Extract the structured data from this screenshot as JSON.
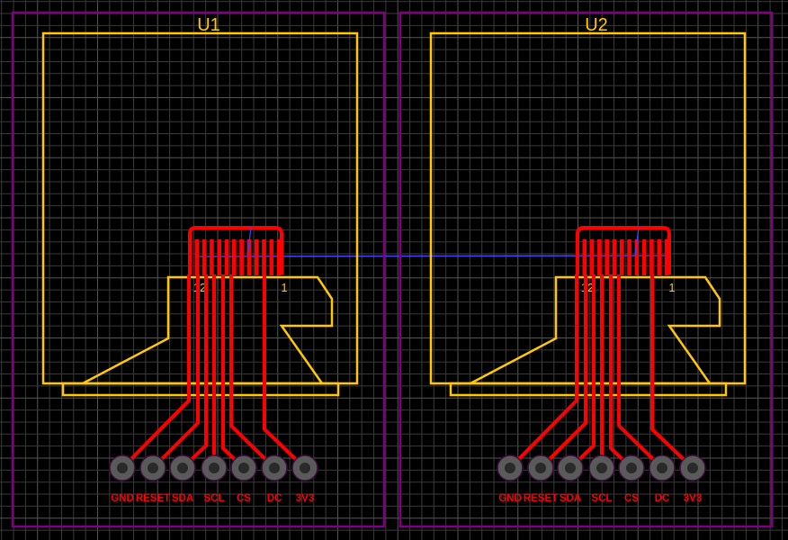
{
  "board": {
    "background": "#000000",
    "grid_color": "#3a3a3a",
    "colors": {
      "component_outline": "#800080",
      "silkscreen": "#ffc800",
      "copper_top": "#ff0000",
      "ratsnest": "#4040ff",
      "pad": "#5a5a5a"
    }
  },
  "components": [
    {
      "designator": "U1",
      "pin_first": "12",
      "pin_last": "1",
      "pins": [
        "GND",
        "RESET",
        "SDA",
        "SCL",
        "CS",
        "DC",
        "3V3"
      ]
    },
    {
      "designator": "U2",
      "pin_first": "12",
      "pin_last": "1",
      "pins": [
        "GND",
        "RESET",
        "SDA",
        "SCL",
        "CS",
        "DC",
        "3V3"
      ]
    }
  ]
}
